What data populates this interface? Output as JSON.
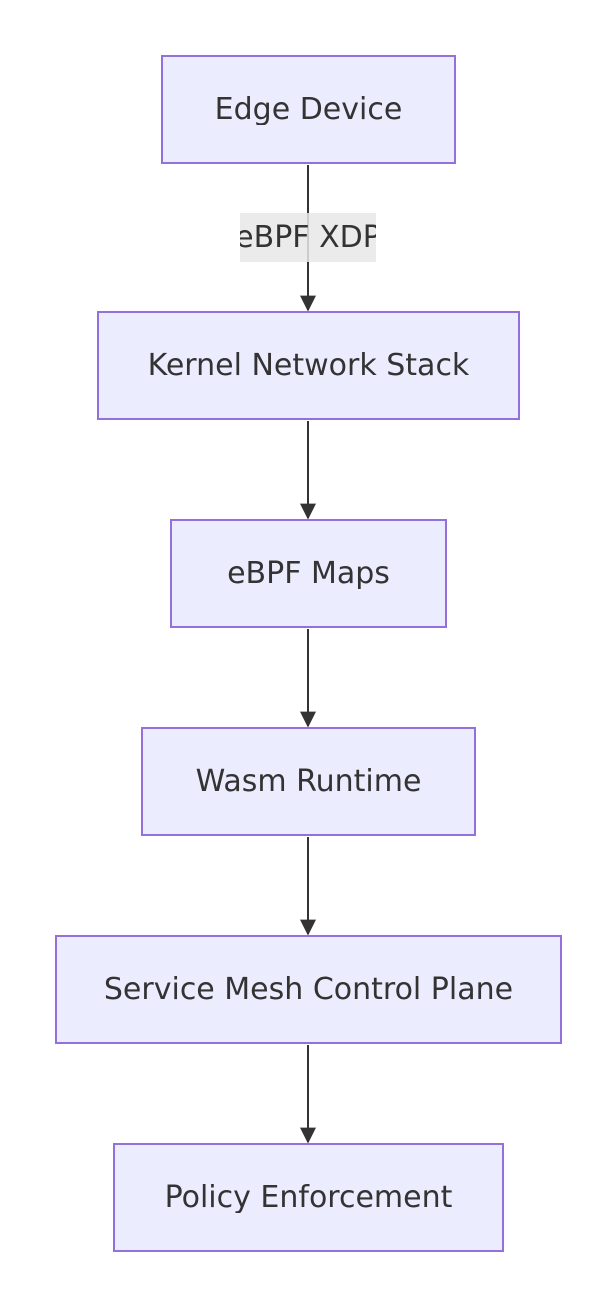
{
  "diagram": {
    "nodes": [
      {
        "id": "edge-device",
        "label": "Edge Device"
      },
      {
        "id": "kernel-network-stack",
        "label": "Kernel Network Stack"
      },
      {
        "id": "ebpf-maps",
        "label": "eBPF Maps"
      },
      {
        "id": "wasm-runtime",
        "label": "Wasm Runtime"
      },
      {
        "id": "service-mesh-control-plane",
        "label": "Service Mesh Control Plane"
      },
      {
        "id": "policy-enforcement",
        "label": "Policy Enforcement"
      }
    ],
    "edges": [
      {
        "from": "edge-device",
        "to": "kernel-network-stack",
        "label": "eBPF XDP"
      },
      {
        "from": "kernel-network-stack",
        "to": "ebpf-maps",
        "label": ""
      },
      {
        "from": "ebpf-maps",
        "to": "wasm-runtime",
        "label": ""
      },
      {
        "from": "wasm-runtime",
        "to": "service-mesh-control-plane",
        "label": ""
      },
      {
        "from": "service-mesh-control-plane",
        "to": "policy-enforcement",
        "label": ""
      }
    ],
    "colors": {
      "node_fill": "#ececff",
      "node_border": "#9370db",
      "edge": "#333333",
      "text": "#333333",
      "edge_label_bg": "#e8e8e8"
    }
  }
}
